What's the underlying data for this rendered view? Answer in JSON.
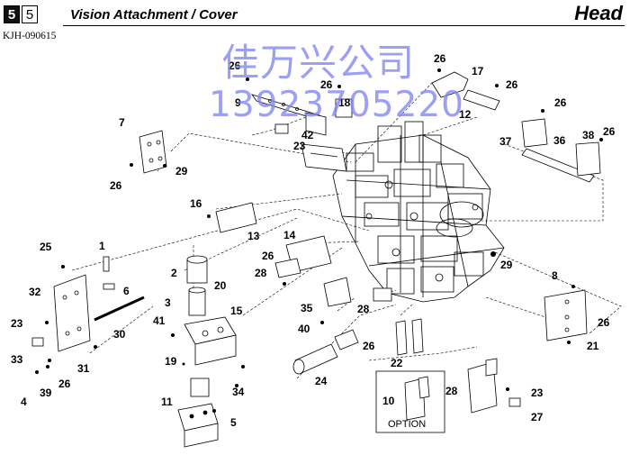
{
  "header": {
    "page_major": "5",
    "page_minor": "5",
    "title": "Vision Attachment / Cover",
    "section": "Head",
    "code": "KJH-090615"
  },
  "watermark": {
    "chinese": "佳万兴公司",
    "phone": "13923705220"
  },
  "option_label": "OPTION",
  "colors": {
    "ink": "#000000",
    "watermark": "#7f86f2"
  },
  "callouts": [
    "26",
    "9",
    "17",
    "26",
    "26",
    "18",
    "12",
    "26",
    "23",
    "42",
    "7",
    "26",
    "29",
    "37",
    "36",
    "38",
    "26",
    "26",
    "16",
    "13",
    "14",
    "26",
    "28",
    "25",
    "1",
    "2",
    "20",
    "6",
    "32",
    "3",
    "15",
    "35",
    "29",
    "8",
    "26",
    "21",
    "30",
    "41",
    "28",
    "23",
    "33",
    "19",
    "26",
    "40",
    "22",
    "24",
    "31",
    "34",
    "39",
    "26",
    "4",
    "11",
    "10",
    "28",
    "23",
    "27",
    "5"
  ]
}
